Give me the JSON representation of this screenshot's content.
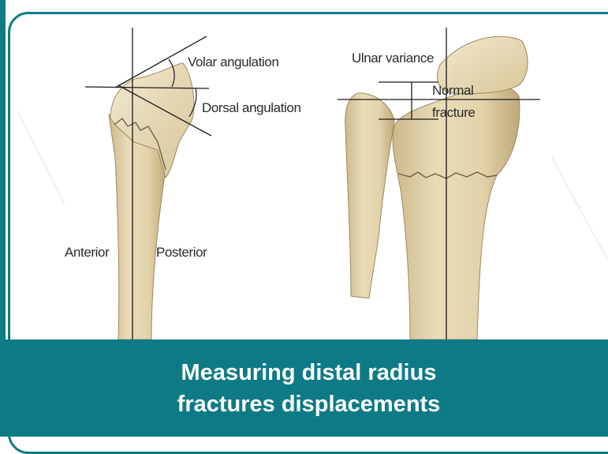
{
  "diagram": {
    "left_panel": {
      "volar_label": "Volar angulation",
      "dorsal_label": "Dorsal angulation",
      "anterior_label": "Anterior",
      "posterior_label": "Posterior"
    },
    "right_panel": {
      "ulnar_variance_label": "Ulnar variance",
      "normal_label": "Normal",
      "fracture_label": "fracture"
    }
  },
  "caption": {
    "line1": "Measuring distal radius",
    "line2": "fractures displacements"
  },
  "colors": {
    "accent": "#0e7a86",
    "bone": "#e3d4ad",
    "bone_shade": "#c9b585",
    "bone_outline": "#8a7a55"
  }
}
